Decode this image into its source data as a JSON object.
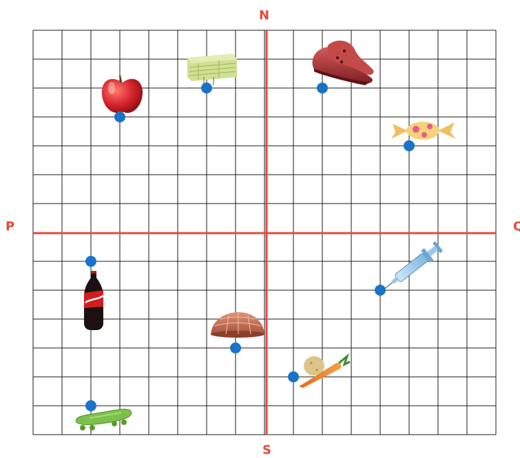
{
  "compass": {
    "north": "N",
    "south": "S",
    "west": "P",
    "east": "Q"
  },
  "grid": {
    "columns": 16,
    "rows": 14,
    "line_color": "#1a1a1a",
    "axis_color": "#e8483a",
    "marker_color": "#1a73c7"
  },
  "items": [
    {
      "name": "apple",
      "marker_col": 3,
      "marker_row": 3
    },
    {
      "name": "hay-bale",
      "marker_col": 6,
      "marker_row": 2
    },
    {
      "name": "shoes",
      "marker_col": 10,
      "marker_row": 2
    },
    {
      "name": "candy",
      "marker_col": 13,
      "marker_row": 4
    },
    {
      "name": "syringe",
      "marker_col": 12,
      "marker_row": 9
    },
    {
      "name": "soda-bottle",
      "marker_col": 2,
      "marker_row": 8
    },
    {
      "name": "dome",
      "marker_col": 7,
      "marker_row": 11
    },
    {
      "name": "vegetables",
      "marker_col": 9,
      "marker_row": 12
    },
    {
      "name": "skateboard",
      "marker_col": 2,
      "marker_row": 13
    }
  ]
}
